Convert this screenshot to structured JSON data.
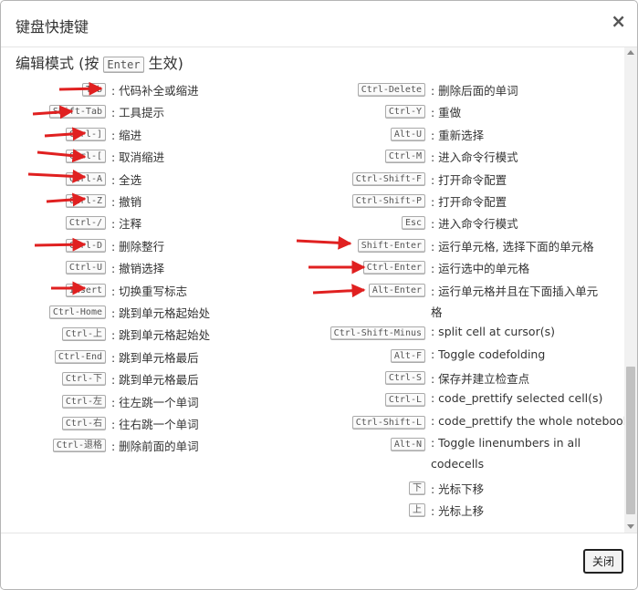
{
  "dialog": {
    "title": "键盘快捷键",
    "close_label": "×",
    "section": {
      "prefix": "编辑模式 (按 ",
      "key": "Enter",
      "suffix": " 生效)"
    },
    "footer_button": "关闭"
  },
  "left": [
    {
      "keys": [
        "Tab"
      ],
      "desc": ": 代码补全或缩进"
    },
    {
      "keys": [
        "Shift-Tab"
      ],
      "desc": ": 工具提示"
    },
    {
      "keys": [
        "Ctrl-]"
      ],
      "desc": ": 缩进"
    },
    {
      "keys": [
        "Ctrl-["
      ],
      "desc": ": 取消缩进"
    },
    {
      "keys": [
        "Ctrl-A"
      ],
      "desc": ": 全选"
    },
    {
      "keys": [
        "Ctrl-Z"
      ],
      "desc": ": 撤销"
    },
    {
      "keys": [
        "Ctrl-/"
      ],
      "desc": ": 注释"
    },
    {
      "keys": [
        "Ctrl-D"
      ],
      "desc": ": 删除整行"
    },
    {
      "keys": [
        "Ctrl-U"
      ],
      "desc": ": 撤销选择"
    },
    {
      "keys": [
        "Insert"
      ],
      "desc": ": 切换重写标志"
    },
    {
      "keys": [
        "Ctrl-Home"
      ],
      "desc": ": 跳到单元格起始处"
    },
    {
      "keys": [
        "Ctrl-上"
      ],
      "desc": ": 跳到单元格起始处"
    },
    {
      "keys": [
        "Ctrl-End"
      ],
      "desc": ": 跳到单元格最后"
    },
    {
      "keys": [
        "Ctrl-下"
      ],
      "desc": ": 跳到单元格最后"
    },
    {
      "keys": [
        "Ctrl-左"
      ],
      "desc": ": 往左跳一个单词"
    },
    {
      "keys": [
        "Ctrl-右"
      ],
      "desc": ": 往右跳一个单词"
    },
    {
      "keys": [
        "Ctrl-退格"
      ],
      "desc": ": 删除前面的单词"
    }
  ],
  "right": [
    {
      "keys": [
        "Ctrl-Delete"
      ],
      "desc": ": 删除后面的单词"
    },
    {
      "keys": [
        "Ctrl-Y"
      ],
      "desc": ": 重做"
    },
    {
      "keys": [
        "Alt-U"
      ],
      "desc": ": 重新选择"
    },
    {
      "keys": [
        "Ctrl-M"
      ],
      "desc": ": 进入命令行模式"
    },
    {
      "keys": [
        "Ctrl-Shift-F"
      ],
      "desc": ": 打开命令配置"
    },
    {
      "keys": [
        "Ctrl-Shift-P"
      ],
      "desc": ": 打开命令配置"
    },
    {
      "keys": [
        "Esc"
      ],
      "desc": ": 进入命令行模式"
    },
    {
      "keys": [
        "Shift-Enter"
      ],
      "desc": ": 运行单元格, 选择下面的单元格"
    },
    {
      "keys": [
        "Ctrl-Enter"
      ],
      "desc": ": 运行选中的单元格"
    },
    {
      "keys": [
        "Alt-Enter"
      ],
      "desc": ": 运行单元格并且在下面插入单元",
      "desc2": "格"
    },
    {
      "keys": [
        "Ctrl-Shift-Minus"
      ],
      "desc": ": split cell at cursor(s)"
    },
    {
      "keys": [
        "Alt-F"
      ],
      "desc": ": Toggle codefolding"
    },
    {
      "keys": [
        "Ctrl-S"
      ],
      "desc": ": 保存并建立检查点"
    },
    {
      "keys": [
        "Ctrl-L"
      ],
      "desc": ": code_prettify selected cell(s)"
    },
    {
      "keys": [
        "Ctrl-Shift-L"
      ],
      "desc": ": code_prettify the whole notebook"
    },
    {
      "keys": [
        "Alt-N"
      ],
      "desc": ": Toggle linenumbers in all",
      "desc2": "codecells"
    },
    {
      "keys": [
        "下"
      ],
      "desc": ": 光标下移"
    },
    {
      "keys": [
        "上"
      ],
      "desc": ": 光标上移"
    }
  ]
}
